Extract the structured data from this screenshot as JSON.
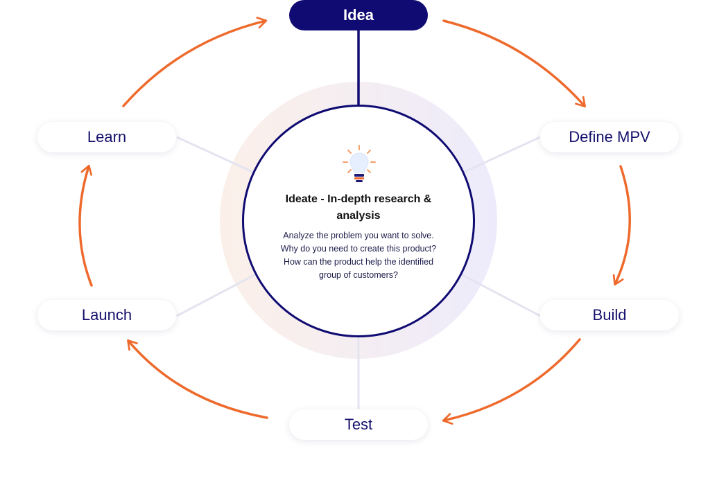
{
  "stages": {
    "idea": "Idea",
    "define_mpv": "Define MPV",
    "build": "Build",
    "test": "Test",
    "launch": "Launch",
    "learn": "Learn"
  },
  "active_stage": "idea",
  "center": {
    "icon": "lightbulb-icon",
    "title": "Ideate - In-depth research & analysis",
    "body": "Analyze the problem you want to solve. Why do you need to create this product? How can the product help the identified group of customers?"
  },
  "colors": {
    "navy": "#0f0b72",
    "arrow_orange": "#ee6a2c",
    "connector_grey": "#e4e4f0",
    "pill_text": "#14106b"
  }
}
